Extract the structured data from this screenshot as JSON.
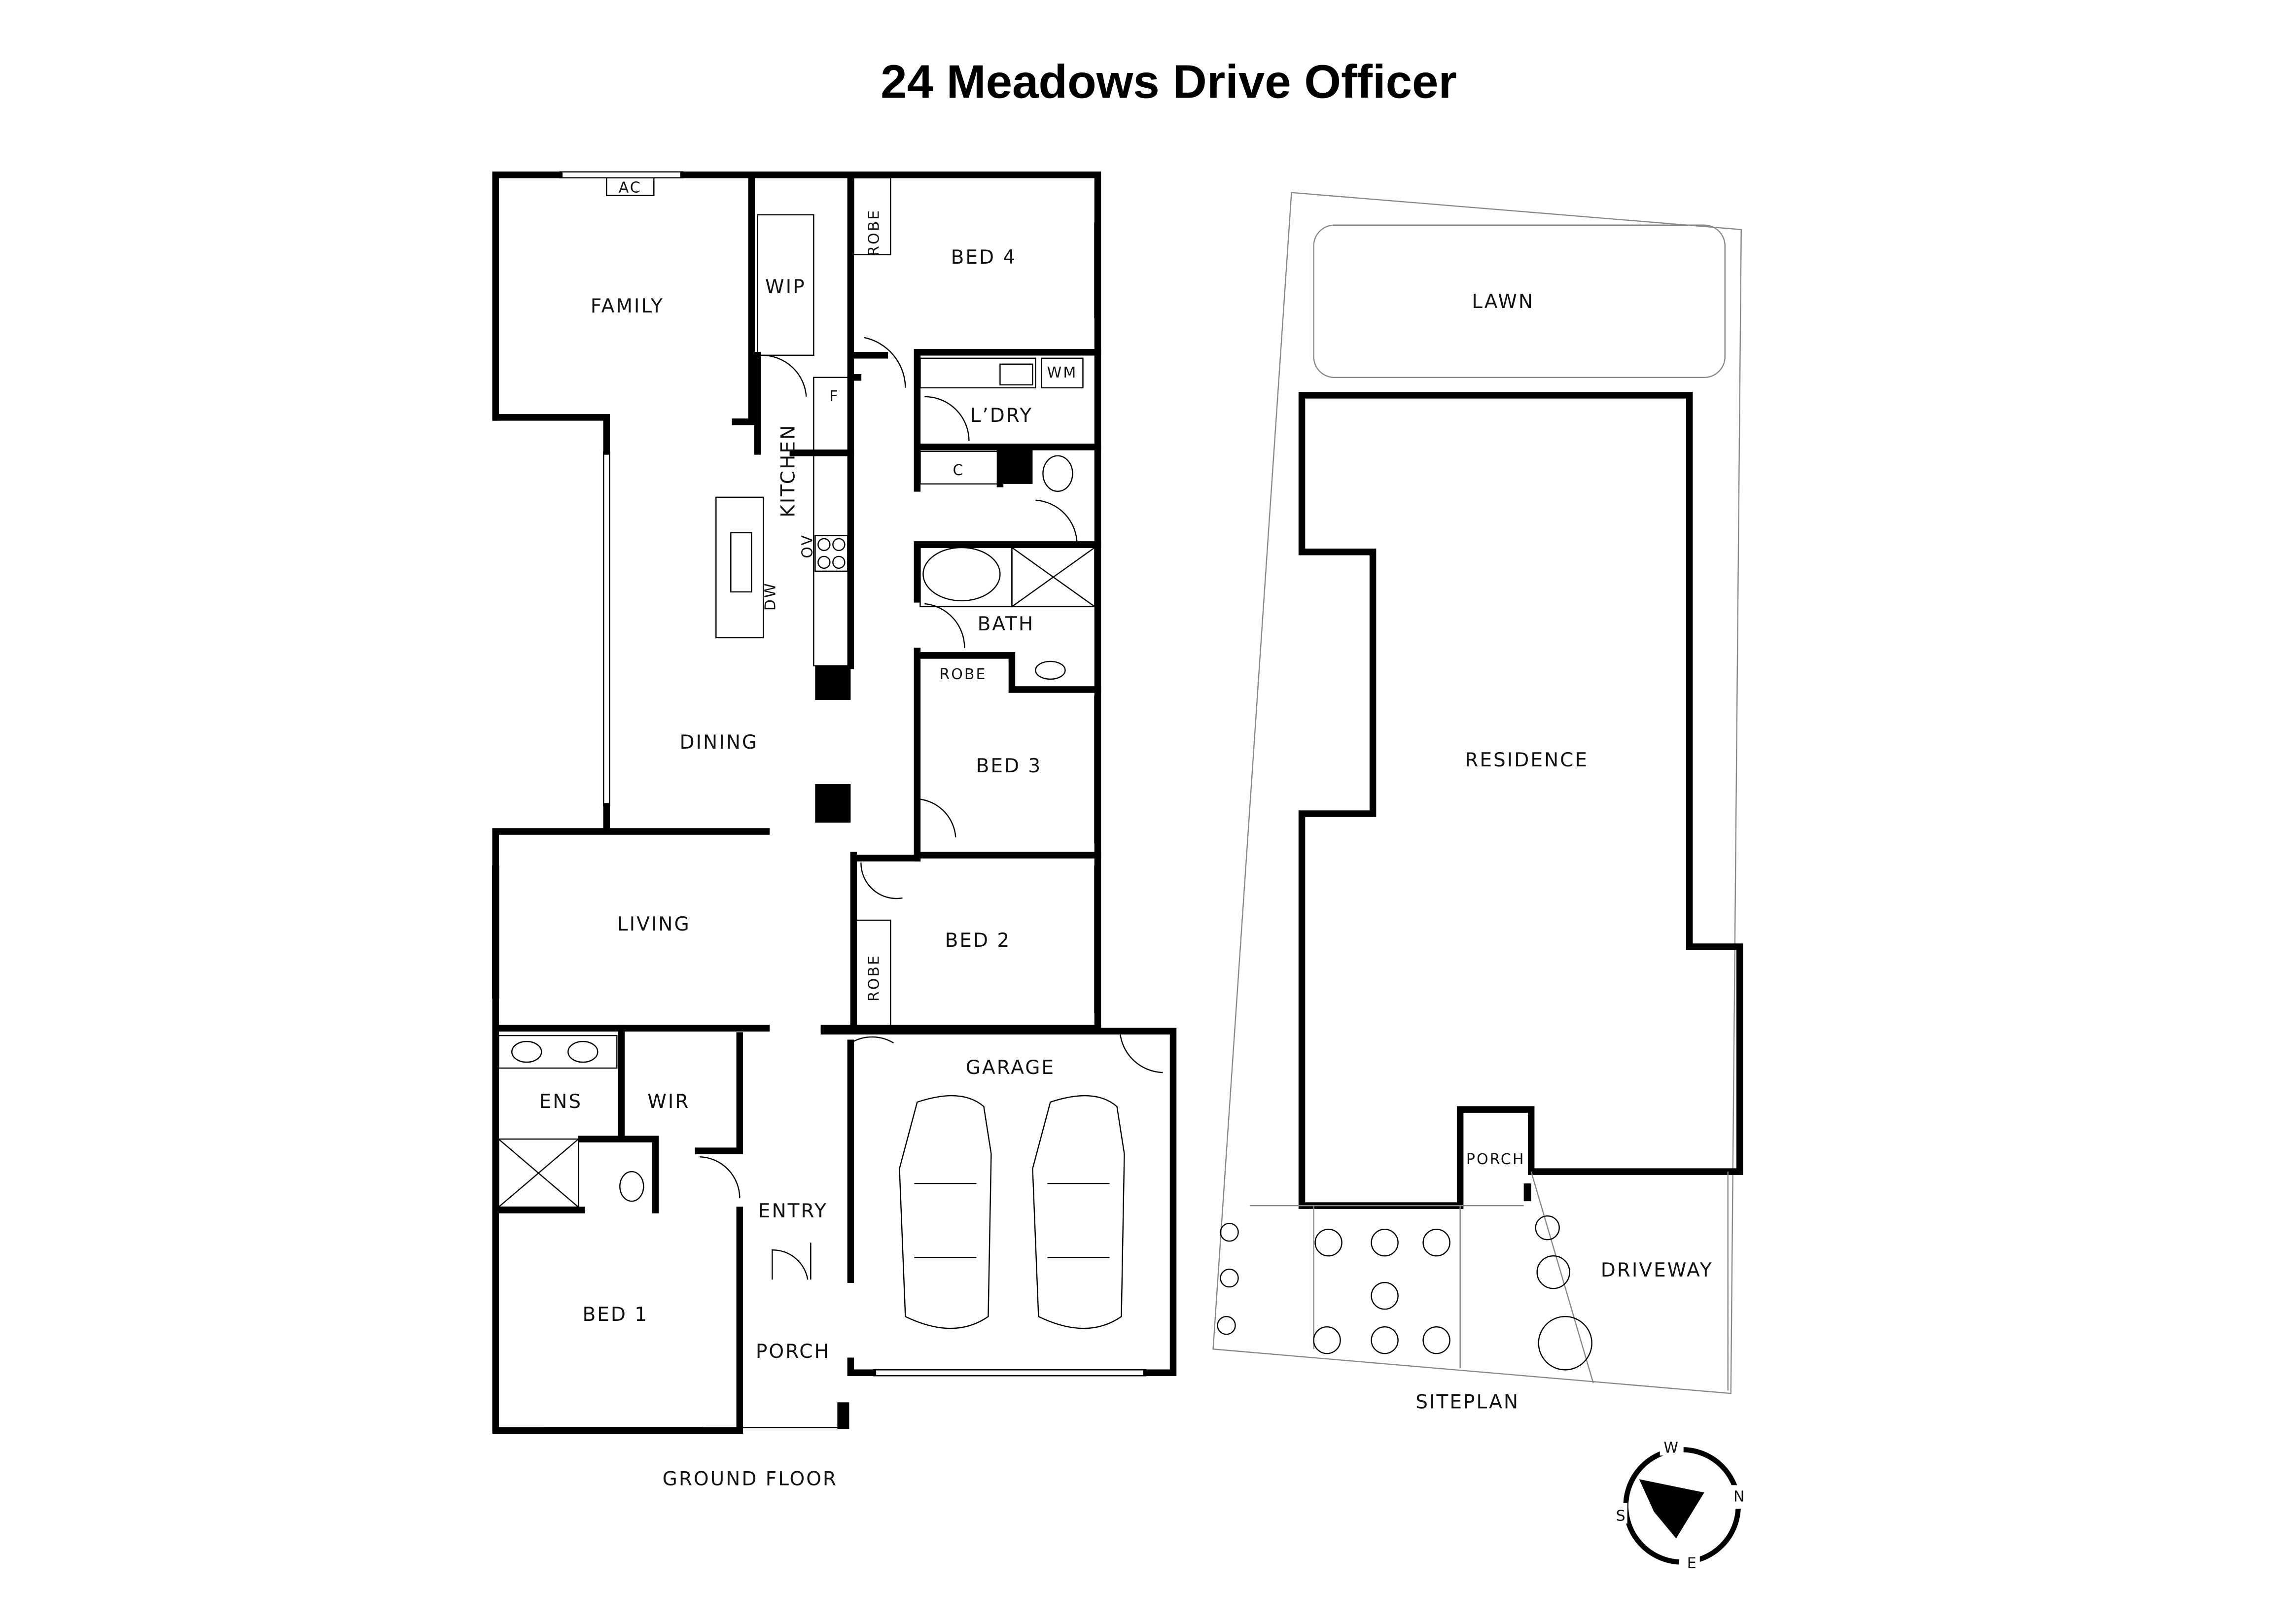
{
  "title": "24 Meadows Drive Officer",
  "ground_floor": {
    "caption": "GROUND FLOOR",
    "rooms": {
      "family": "FAMILY",
      "ac": "AC",
      "wip": "WIP",
      "robe_bed4": "ROBE",
      "bed4": "BED 4",
      "fridge": "F",
      "wm": "WM",
      "laundry": "L’DRY",
      "kitchen": "KITCHEN",
      "cupboard": "C",
      "oven": "OV",
      "dishwasher": "DW",
      "bath": "BATH",
      "robe_bed3": "ROBE",
      "dining": "DINING",
      "bed3": "BED 3",
      "living": "LIVING",
      "bed2": "BED 2",
      "robe_bed2": "ROBE",
      "garage": "GARAGE",
      "ens": "ENS",
      "wir": "WIR",
      "entry": "ENTRY",
      "bed1": "BED 1",
      "porch": "PORCH"
    }
  },
  "siteplan": {
    "caption": "SITEPLAN",
    "lawn": "LAWN",
    "residence": "RESIDENCE",
    "porch": "PORCH",
    "driveway": "DRIVEWAY"
  },
  "compass": {
    "n": "N",
    "s": "S",
    "e": "E",
    "w": "W",
    "icon": "north-arrow-icon"
  }
}
